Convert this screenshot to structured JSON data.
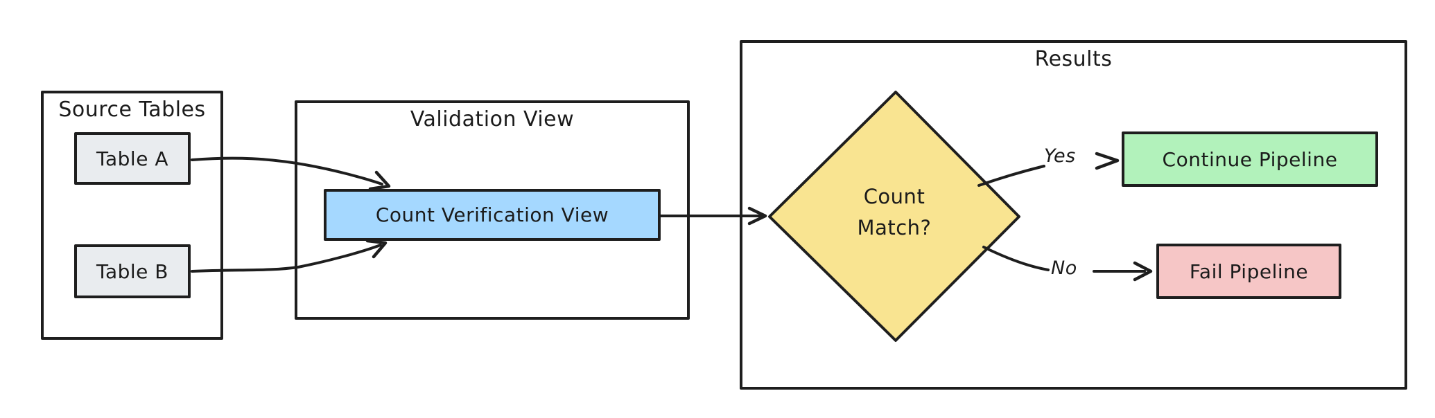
{
  "groups": {
    "source_tables": {
      "label": "Source Tables"
    },
    "validation_view": {
      "label": "Validation View"
    },
    "results": {
      "label": "Results"
    }
  },
  "nodes": {
    "table_a": {
      "label": "Table A",
      "fill": "#e9ecef"
    },
    "table_b": {
      "label": "Table B",
      "fill": "#e9ecef"
    },
    "count_verification_view": {
      "label": "Count Verification View",
      "fill": "#a5d8ff"
    },
    "count_match": {
      "label": "Count\nMatch?",
      "fill": "#f9e491"
    },
    "continue_pipeline": {
      "label": "Continue Pipeline",
      "fill": "#b2f2bb"
    },
    "fail_pipeline": {
      "label": "Fail Pipeline",
      "fill": "#f6c6c6"
    }
  },
  "edge_labels": {
    "yes": "Yes",
    "no": "No"
  },
  "colors": {
    "stroke": "#1e1e1e",
    "text": "#1b1b1b",
    "background": "#ffffff"
  }
}
